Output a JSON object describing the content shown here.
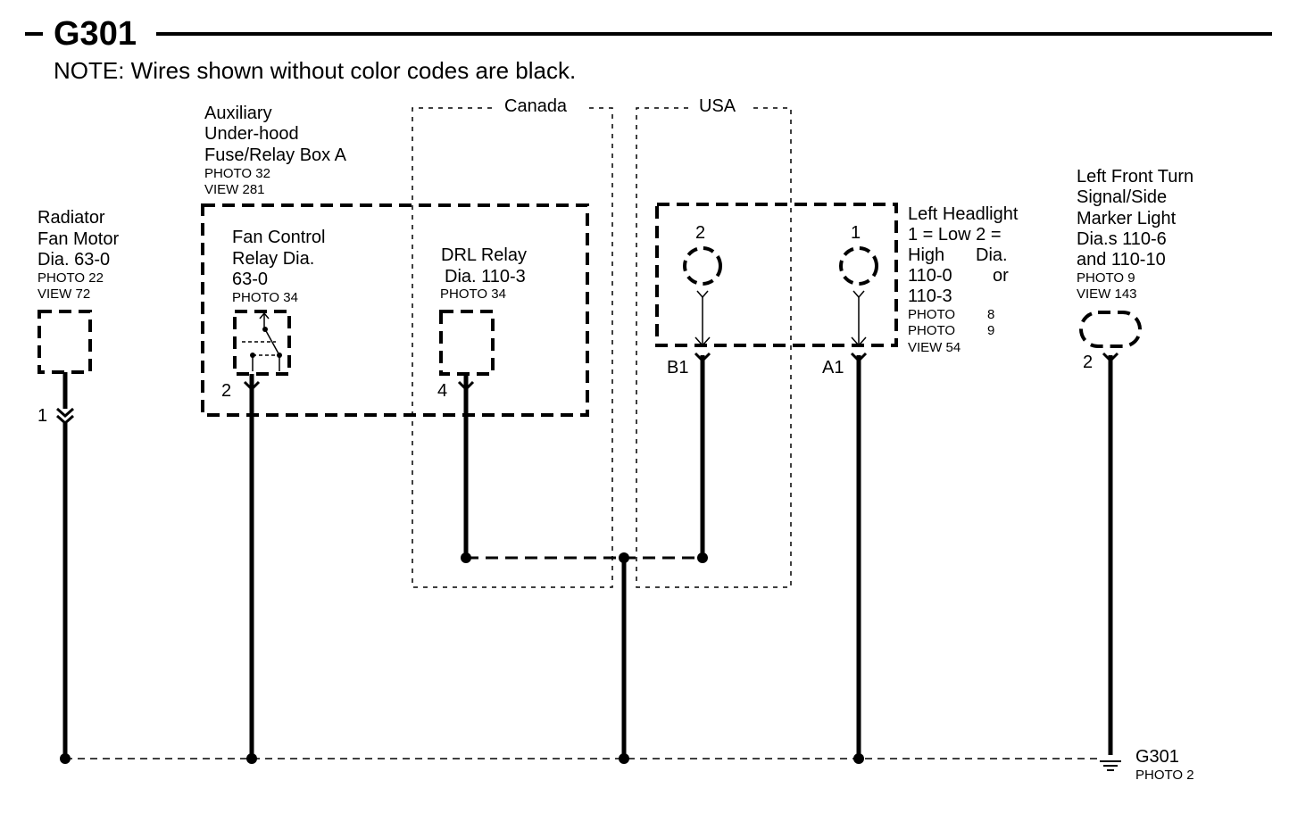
{
  "header": {
    "title": "G301",
    "note": "NOTE: Wires shown without color codes are black."
  },
  "regions": {
    "canada": "Canada",
    "usa": "USA"
  },
  "components": {
    "radiator_fan_motor": {
      "lines": [
        "Radiator",
        "Fan Motor",
        "Dia. 63-0"
      ],
      "photo": "PHOTO 22",
      "view": "VIEW 72",
      "pin": "1"
    },
    "aux_fuse_box": {
      "lines": [
        "Auxiliary",
        "Under-hood",
        "Fuse/Relay Box A"
      ],
      "photo": "PHOTO 32",
      "view": "VIEW 281"
    },
    "fan_control_relay": {
      "lines": [
        "Fan Control",
        "Relay Dia.",
        "63-0"
      ],
      "photo": "PHOTO 34",
      "pin": "2"
    },
    "drl_relay": {
      "lines": [
        "DRL Relay",
        "Dia. 110-3"
      ],
      "photo": "PHOTO 34",
      "pin": "4"
    },
    "left_headlight": {
      "lines": [
        "Left Headlight",
        "1 = Low 2 =",
        "High",
        "Dia.",
        "110-0",
        "or",
        "110-3"
      ],
      "photo_lines": [
        "PHOTO",
        "8",
        "PHOTO",
        "9"
      ],
      "view": "VIEW 54",
      "pin_high": "2",
      "pin_low": "1",
      "conn_b1": "B1",
      "conn_a1": "A1"
    },
    "turn_signal": {
      "lines": [
        "Left Front Turn",
        "Signal/Side",
        "Marker Light",
        "Dia.s 110-6",
        "and 110-10"
      ],
      "photo": "PHOTO 9",
      "view": "VIEW 143",
      "pin": "2"
    }
  },
  "ground": {
    "label": "G301",
    "photo": "PHOTO 2"
  }
}
